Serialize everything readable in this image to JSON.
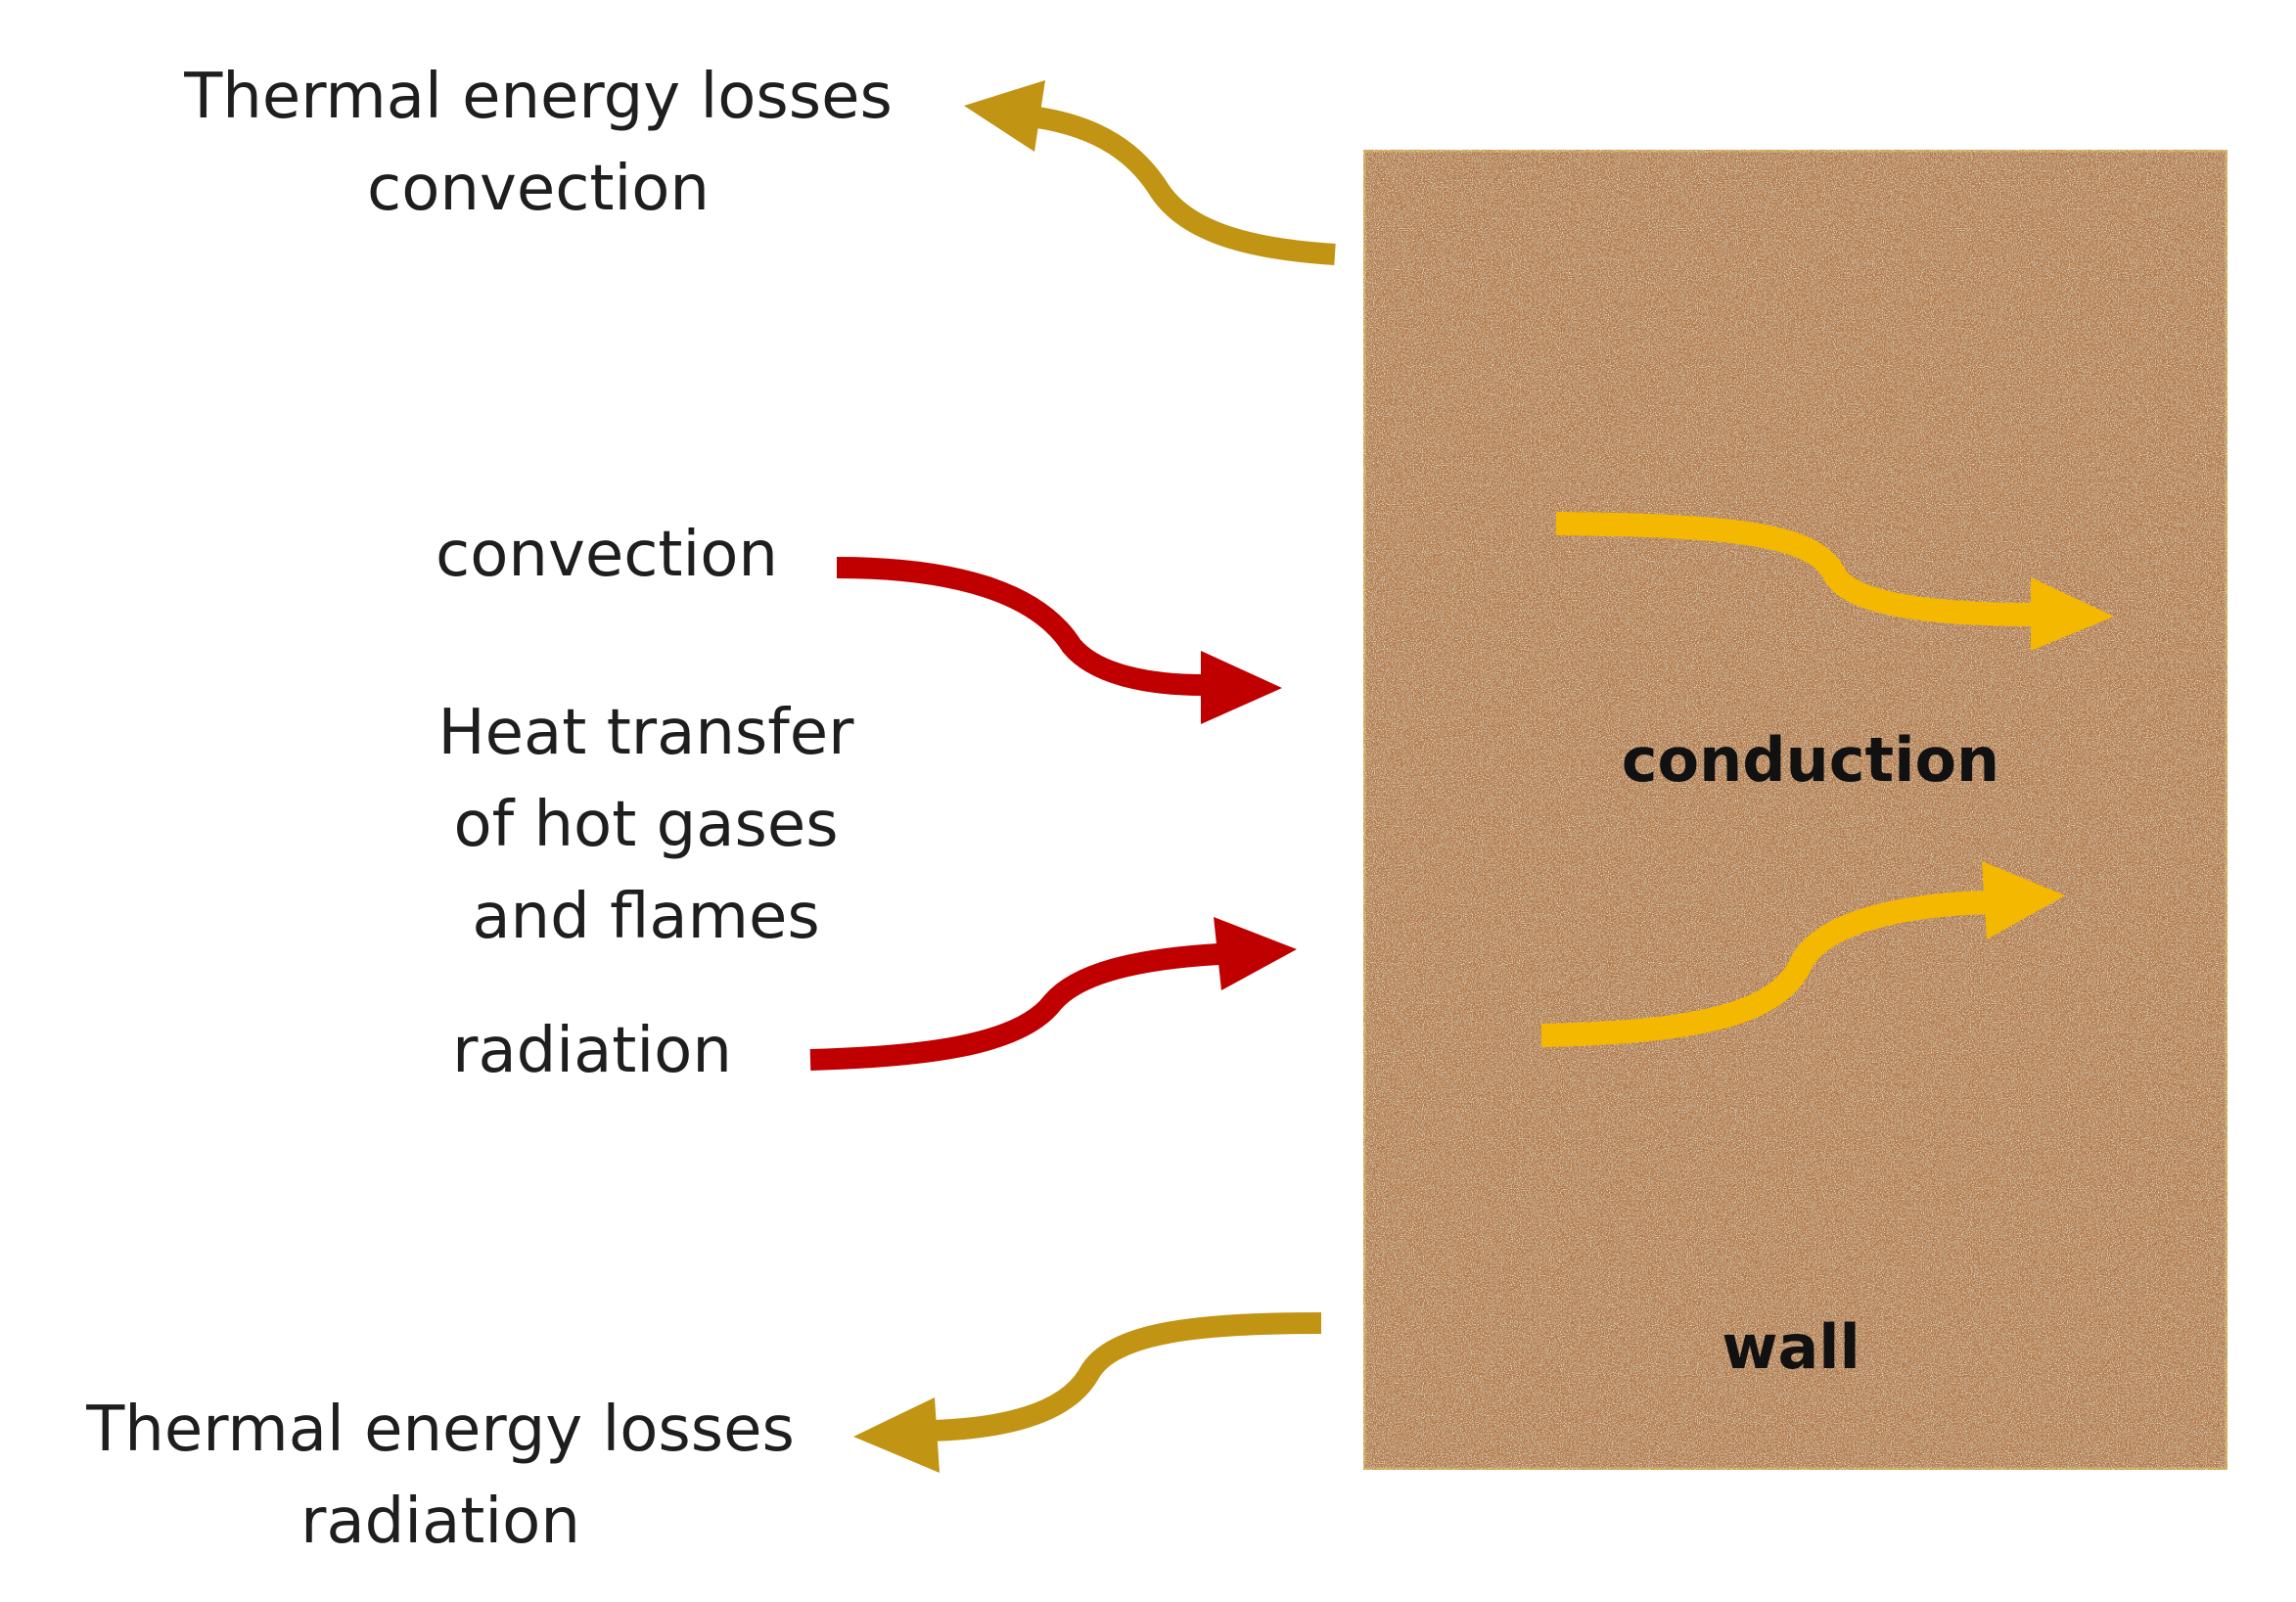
{
  "colors": {
    "wall_fill": "#b07a4c",
    "wall_border": "#c9a24a",
    "heat_loss_arrow": "#c29414",
    "heat_input_arrow": "#c00000",
    "conduction_arrow": "#f5b800",
    "text": "#1e1e1e"
  },
  "labels": {
    "loss_top": [
      "Thermal energy losses",
      "convection"
    ],
    "convection_in": "convection",
    "heat_transfer": [
      "Heat transfer",
      "of hot gases",
      "and flames"
    ],
    "radiation_in": "radiation",
    "loss_bottom": [
      "Thermal energy losses",
      "radiation"
    ],
    "conduction": "conduction",
    "wall": "wall"
  },
  "icons": {
    "loss_top": "curved-arrow-left-up-icon",
    "convection_in": "curved-arrow-right-down-icon",
    "radiation_in": "curved-arrow-right-up-icon",
    "loss_bottom": "curved-arrow-left-down-icon",
    "conduction_top": "curved-arrow-right-icon",
    "conduction_bottom": "curved-arrow-right-up-icon"
  }
}
